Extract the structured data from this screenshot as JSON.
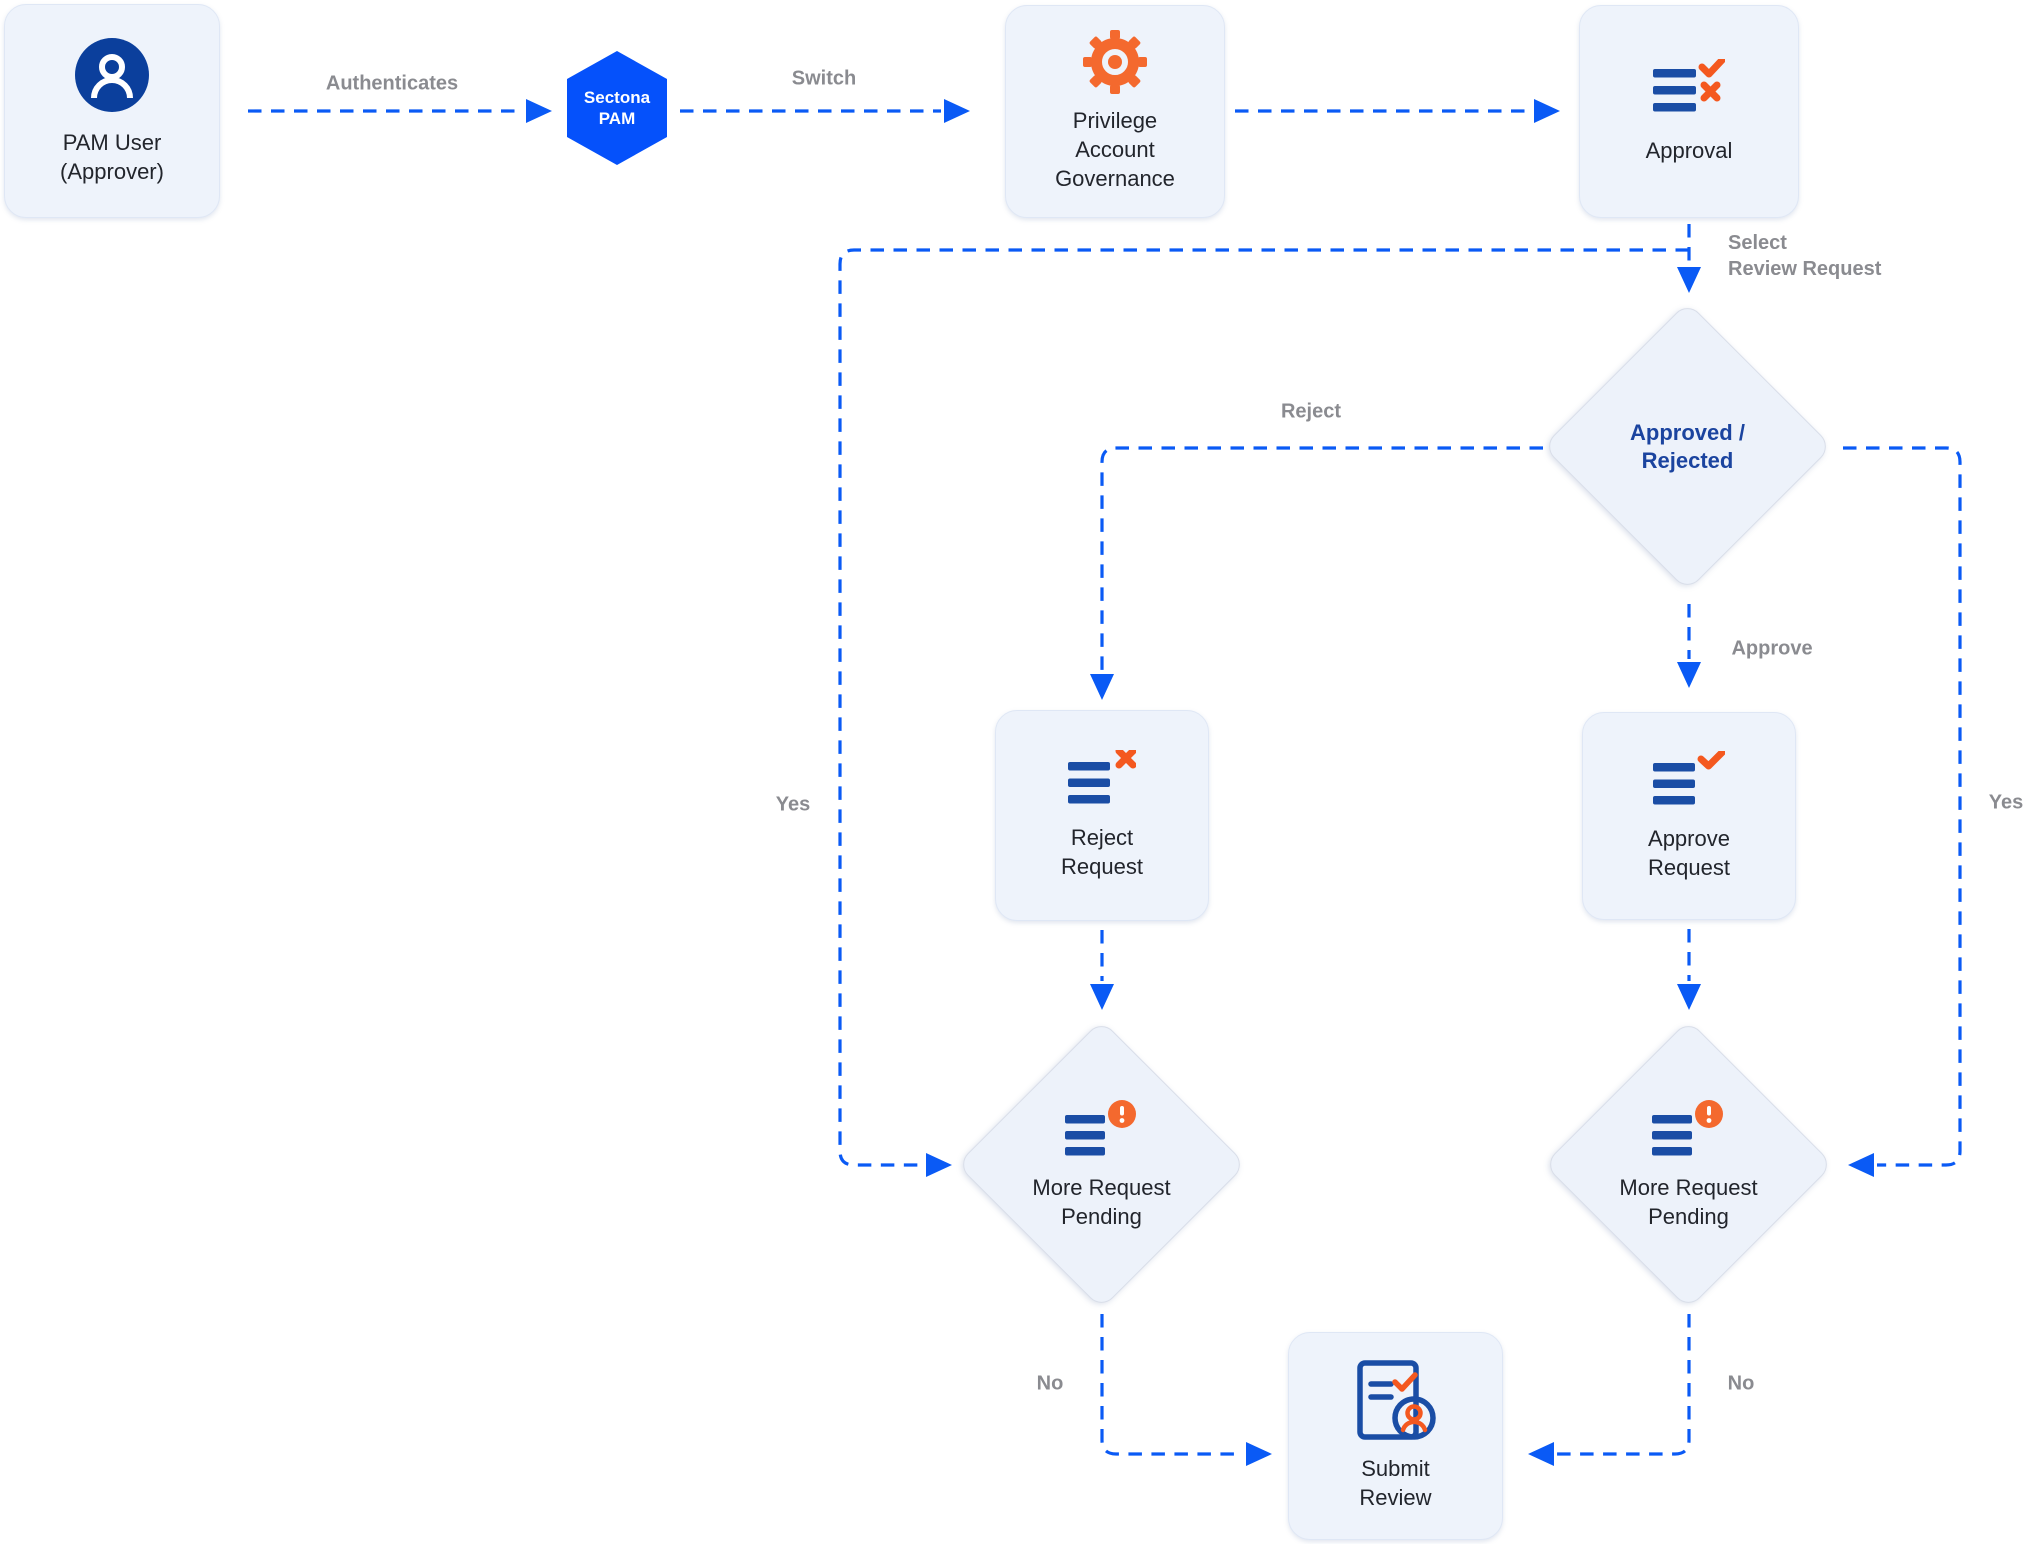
{
  "colors": {
    "arrow_blue": "#0a5af5",
    "navy": "#1a4da5",
    "dark_navy": "#0b3f9c",
    "hexagon_blue": "#0551fb",
    "orange": "#f4581f",
    "badge_orange": "#f4692e",
    "label_gray": "#8a8b90",
    "text_dark": "#22252c",
    "decision_blue": "#1b449f",
    "node_fill": "#eef3fb",
    "node_border": "#dfe7f5",
    "diamond_fill": "#edf2fa",
    "diamond_border": "#d9dee9"
  },
  "nodes": {
    "pam_user": {
      "lines": [
        "PAM User",
        "(Approver)"
      ],
      "icon": "user-icon"
    },
    "sectona_pam": {
      "lines": [
        "Sectona",
        "PAM"
      ],
      "shape": "hexagon"
    },
    "privilege_account_governance": {
      "lines": [
        "Privilege",
        "Account",
        "Governance"
      ],
      "icon": "gear-icon"
    },
    "approval": {
      "lines": [
        "Approval"
      ],
      "icon": "list-check-x-icon"
    },
    "approved_rejected": {
      "lines": [
        "Approved /",
        "Rejected"
      ],
      "shape": "diamond"
    },
    "reject_request": {
      "lines": [
        "Reject",
        "Request"
      ],
      "icon": "list-x-icon"
    },
    "approve_request": {
      "lines": [
        "Approve",
        "Request"
      ],
      "icon": "list-check-icon"
    },
    "more_request_pending_left": {
      "lines": [
        "More Request",
        "Pending"
      ],
      "icon": "list-alert-icon",
      "shape": "diamond"
    },
    "more_request_pending_right": {
      "lines": [
        "More Request",
        "Pending"
      ],
      "icon": "list-alert-icon",
      "shape": "diamond"
    },
    "submit_review": {
      "lines": [
        "Submit",
        "Review"
      ],
      "icon": "document-review-icon"
    }
  },
  "edge_labels": {
    "authenticates": "Authenticates",
    "switch": "Switch",
    "select_review_request": {
      "lines": [
        "Select",
        "Review Request"
      ]
    },
    "reject": "Reject",
    "approve": "Approve",
    "yes_left": "Yes",
    "yes_right": "Yes",
    "no_left": "No",
    "no_right": "No"
  }
}
